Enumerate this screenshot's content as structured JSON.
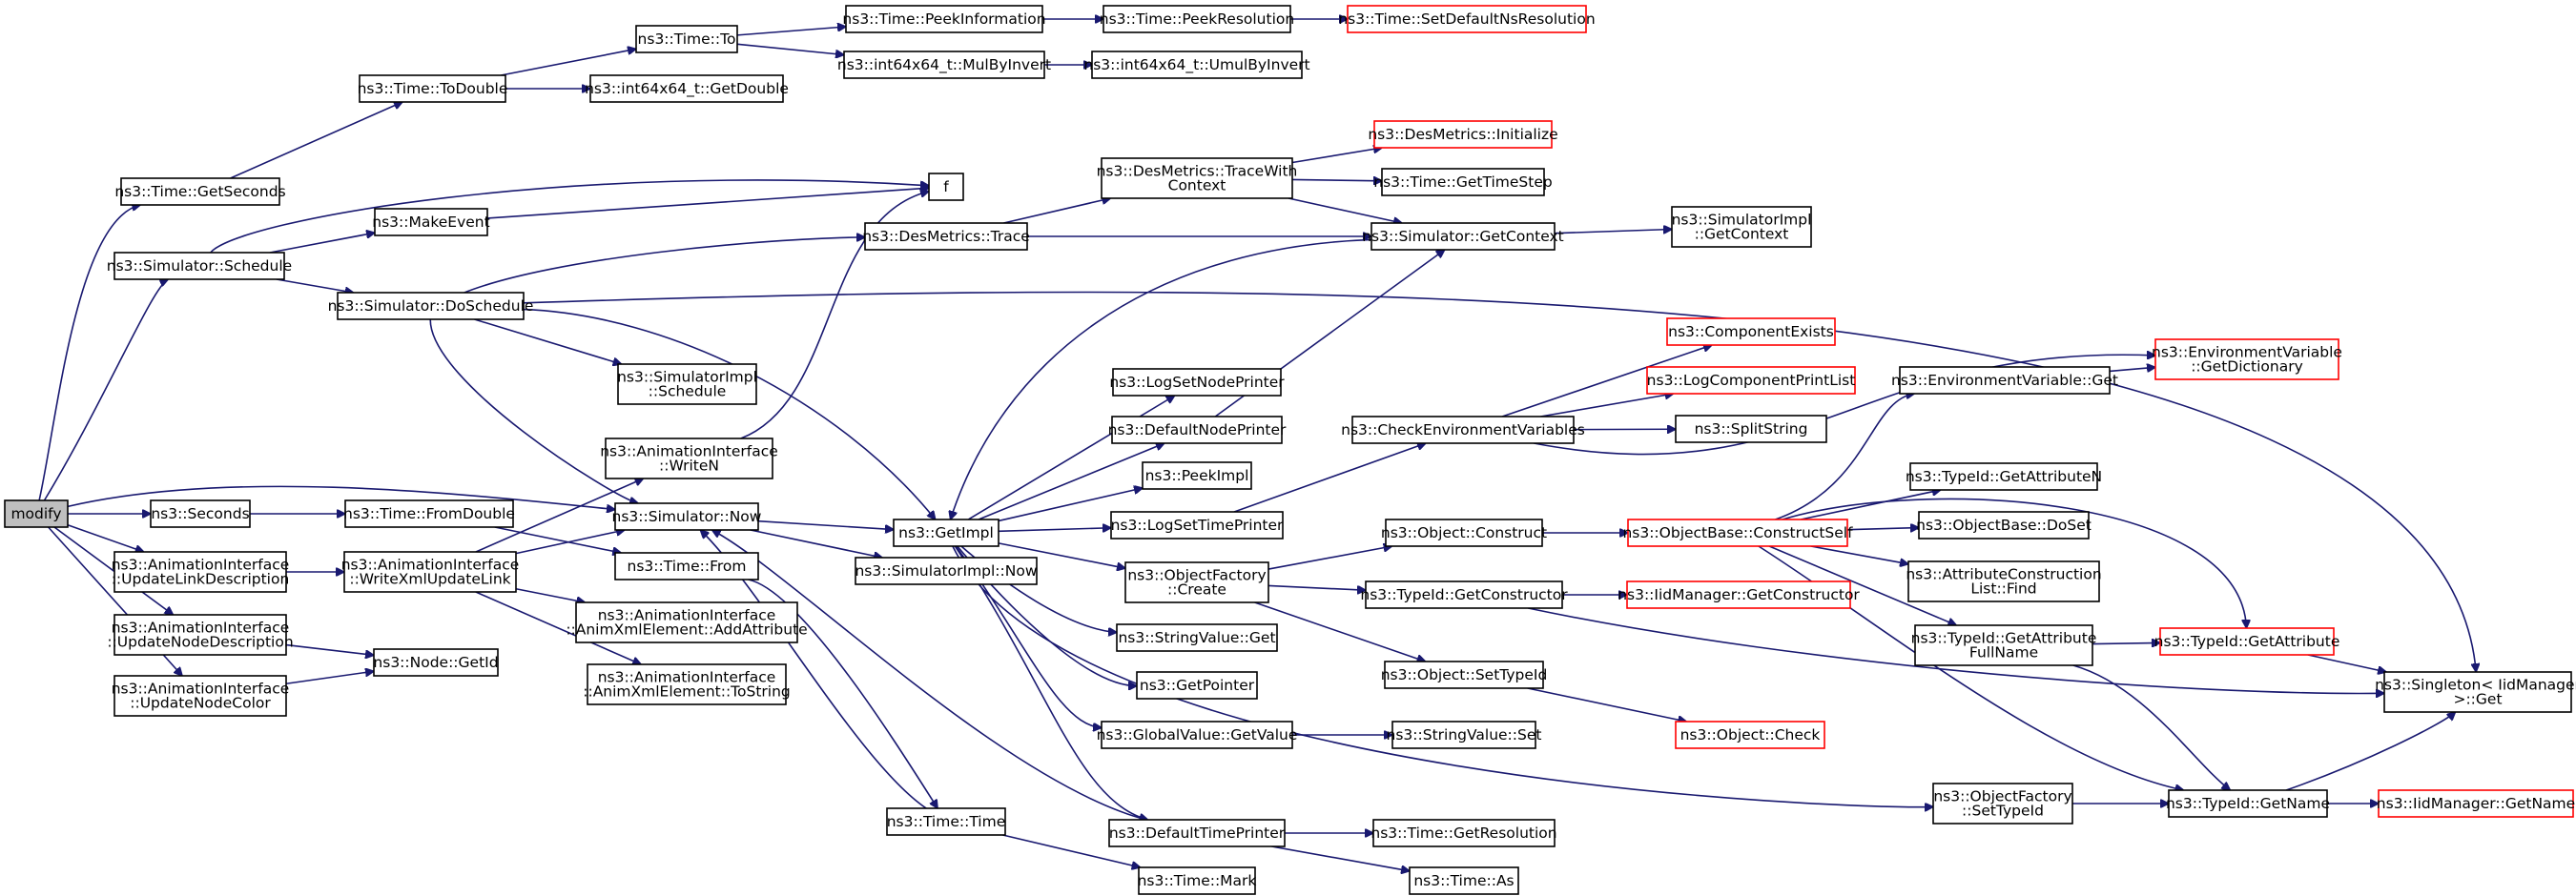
{
  "colors": {
    "edge": "#191970",
    "node_border": "#000000",
    "truncated_border": "#ff0000",
    "root_fill": "#bfbfbf",
    "node_fill": "#ffffff"
  },
  "nodes": [
    {
      "id": "modify",
      "lines": [
        "modify"
      ],
      "root": true
    },
    {
      "id": "getseconds",
      "lines": [
        "ns3::Time::GetSeconds"
      ]
    },
    {
      "id": "schedule",
      "lines": [
        "ns3::Simulator::Schedule"
      ]
    },
    {
      "id": "seconds",
      "lines": [
        "ns3::Seconds"
      ]
    },
    {
      "id": "now",
      "lines": [
        "ns3::Simulator::Now"
      ]
    },
    {
      "id": "updatelinkdesc",
      "lines": [
        "ns3::AnimationInterface",
        "::UpdateLinkDescription"
      ]
    },
    {
      "id": "updatenodedesc",
      "lines": [
        "ns3::AnimationInterface",
        "::UpdateNodeDescription"
      ]
    },
    {
      "id": "updatenodecolor",
      "lines": [
        "ns3::AnimationInterface",
        "::UpdateNodeColor"
      ]
    },
    {
      "id": "todouble",
      "lines": [
        "ns3::Time::ToDouble"
      ]
    },
    {
      "id": "makeevent",
      "lines": [
        "ns3::MakeEvent"
      ]
    },
    {
      "id": "doschedule",
      "lines": [
        "ns3::Simulator::DoSchedule"
      ]
    },
    {
      "id": "fromdouble",
      "lines": [
        "ns3::Time::FromDouble"
      ]
    },
    {
      "id": "writexml",
      "lines": [
        "ns3::AnimationInterface",
        "::WriteXmlUpdateLink"
      ]
    },
    {
      "id": "getid",
      "lines": [
        "ns3::Node::GetId"
      ]
    },
    {
      "id": "timeto",
      "lines": [
        "ns3::Time::To"
      ]
    },
    {
      "id": "getdouble",
      "lines": [
        "ns3::int64x64_t::GetDouble"
      ]
    },
    {
      "id": "simimplschedule",
      "lines": [
        "ns3::SimulatorImpl",
        "::Schedule"
      ]
    },
    {
      "id": "writen",
      "lines": [
        "ns3::AnimationInterface",
        "::WriteN"
      ]
    },
    {
      "id": "timefrom",
      "lines": [
        "ns3::Time::From"
      ]
    },
    {
      "id": "addattr",
      "lines": [
        "ns3::AnimationInterface",
        "::AnimXmlElement::AddAttribute"
      ]
    },
    {
      "id": "tostring",
      "lines": [
        "ns3::AnimationInterface",
        "::AnimXmlElement::ToString"
      ]
    },
    {
      "id": "timetime",
      "lines": [
        "ns3::Time::Time"
      ]
    },
    {
      "id": "peekinfo",
      "lines": [
        "ns3::Time::PeekInformation"
      ]
    },
    {
      "id": "mulbyinvert",
      "lines": [
        "ns3::int64x64_t::MulByInvert"
      ]
    },
    {
      "id": "f",
      "lines": [
        "f"
      ]
    },
    {
      "id": "destrace",
      "lines": [
        "ns3::DesMetrics::Trace"
      ]
    },
    {
      "id": "getimpl",
      "lines": [
        "ns3::GetImpl"
      ]
    },
    {
      "id": "simimplnow",
      "lines": [
        "ns3::SimulatorImpl::Now"
      ]
    },
    {
      "id": "peekres",
      "lines": [
        "ns3::Time::PeekResolution"
      ]
    },
    {
      "id": "umulbyinvert",
      "lines": [
        "ns3::int64x64_t::UmulByInvert"
      ]
    },
    {
      "id": "tracewith",
      "lines": [
        "ns3::DesMetrics::TraceWith",
        "Context"
      ]
    },
    {
      "id": "logsetnode",
      "lines": [
        "ns3::LogSetNodePrinter"
      ]
    },
    {
      "id": "defnodeprinter",
      "lines": [
        "ns3::DefaultNodePrinter"
      ]
    },
    {
      "id": "peekimpl",
      "lines": [
        "ns3::PeekImpl"
      ]
    },
    {
      "id": "logsettime",
      "lines": [
        "ns3::LogSetTimePrinter"
      ]
    },
    {
      "id": "objfactcreate",
      "lines": [
        "ns3::ObjectFactory",
        "::Create"
      ]
    },
    {
      "id": "strvalget",
      "lines": [
        "ns3::StringValue::Get"
      ]
    },
    {
      "id": "getpointer",
      "lines": [
        "ns3::GetPointer"
      ]
    },
    {
      "id": "globalvalget",
      "lines": [
        "ns3::GlobalValue::GetValue"
      ]
    },
    {
      "id": "deftimeprinter",
      "lines": [
        "ns3::DefaultTimePrinter"
      ]
    },
    {
      "id": "timemark",
      "lines": [
        "ns3::Time::Mark"
      ]
    },
    {
      "id": "setdefres",
      "lines": [
        "ns3::Time::SetDefaultNsResolution"
      ],
      "truncated": true
    },
    {
      "id": "desinit",
      "lines": [
        "ns3::DesMetrics::Initialize"
      ],
      "truncated": true
    },
    {
      "id": "gettimestep",
      "lines": [
        "ns3::Time::GetTimeStep"
      ]
    },
    {
      "id": "simgetctx",
      "lines": [
        "ns3::Simulator::GetContext"
      ]
    },
    {
      "id": "checkenv",
      "lines": [
        "ns3::CheckEnvironmentVariables"
      ]
    },
    {
      "id": "objconstruct",
      "lines": [
        "ns3::Object::Construct"
      ]
    },
    {
      "id": "typeidgetctor",
      "lines": [
        "ns3::TypeId::GetConstructor"
      ]
    },
    {
      "id": "objsettypeid",
      "lines": [
        "ns3::Object::SetTypeId"
      ]
    },
    {
      "id": "strvalset",
      "lines": [
        "ns3::StringValue::Set"
      ]
    },
    {
      "id": "gettimeres",
      "lines": [
        "ns3::Time::GetResolution"
      ]
    },
    {
      "id": "timeas",
      "lines": [
        "ns3::Time::As"
      ]
    },
    {
      "id": "simimplgetctx",
      "lines": [
        "ns3::SimulatorImpl",
        "::GetContext"
      ]
    },
    {
      "id": "compexists",
      "lines": [
        "ns3::ComponentExists"
      ],
      "truncated": true
    },
    {
      "id": "logcomplist",
      "lines": [
        "ns3::LogComponentPrintList"
      ],
      "truncated": true
    },
    {
      "id": "splitstring",
      "lines": [
        "ns3::SplitString"
      ]
    },
    {
      "id": "objbasector",
      "lines": [
        "ns3::ObjectBase::ConstructSelf"
      ],
      "truncated": true
    },
    {
      "id": "iidgetctor",
      "lines": [
        "ns3::IidManager::GetConstructor"
      ],
      "truncated": true
    },
    {
      "id": "objcheck",
      "lines": [
        "ns3::Object::Check"
      ],
      "truncated": true
    },
    {
      "id": "envget",
      "lines": [
        "ns3::EnvironmentVariable::Get"
      ]
    },
    {
      "id": "typeidgetattrn",
      "lines": [
        "ns3::TypeId::GetAttributeN"
      ]
    },
    {
      "id": "objbasedoset",
      "lines": [
        "ns3::ObjectBase::DoSet"
      ]
    },
    {
      "id": "attrctorfind",
      "lines": [
        "ns3::AttributeConstruction",
        "List::Find"
      ]
    },
    {
      "id": "typeidgetattrfull",
      "lines": [
        "ns3::TypeId::GetAttribute",
        "FullName"
      ]
    },
    {
      "id": "objfactsettypeid",
      "lines": [
        "ns3::ObjectFactory",
        "::SetTypeId"
      ]
    },
    {
      "id": "typeidgetname",
      "lines": [
        "ns3::TypeId::GetName"
      ]
    },
    {
      "id": "envgetdict",
      "lines": [
        "ns3::EnvironmentVariable",
        "::GetDictionary"
      ],
      "truncated": true
    },
    {
      "id": "typeidgetattr",
      "lines": [
        "ns3::TypeId::GetAttribute"
      ],
      "truncated": true
    },
    {
      "id": "singletonget",
      "lines": [
        "ns3::Singleton< IidManager",
        " >::Get"
      ]
    },
    {
      "id": "iidgetname",
      "lines": [
        "ns3::IidManager::GetName"
      ],
      "truncated": true
    }
  ],
  "edges": [
    [
      "modify",
      "getseconds"
    ],
    [
      "modify",
      "schedule"
    ],
    [
      "modify",
      "seconds"
    ],
    [
      "modify",
      "now"
    ],
    [
      "modify",
      "updatelinkdesc"
    ],
    [
      "modify",
      "updatenodedesc"
    ],
    [
      "modify",
      "updatenodecolor"
    ],
    [
      "getseconds",
      "todouble"
    ],
    [
      "todouble",
      "timeto"
    ],
    [
      "todouble",
      "getdouble"
    ],
    [
      "timeto",
      "peekinfo"
    ],
    [
      "timeto",
      "mulbyinvert"
    ],
    [
      "peekinfo",
      "peekres"
    ],
    [
      "peekres",
      "setdefres"
    ],
    [
      "mulbyinvert",
      "umulbyinvert"
    ],
    [
      "schedule",
      "f"
    ],
    [
      "schedule",
      "makeevent"
    ],
    [
      "schedule",
      "doschedule"
    ],
    [
      "makeevent",
      "f"
    ],
    [
      "doschedule",
      "destrace"
    ],
    [
      "doschedule",
      "getimpl"
    ],
    [
      "doschedule",
      "simimplschedule"
    ],
    [
      "doschedule",
      "now"
    ],
    [
      "doschedule",
      "singletonget"
    ],
    [
      "destrace",
      "tracewith"
    ],
    [
      "destrace",
      "simgetctx"
    ],
    [
      "tracewith",
      "desinit"
    ],
    [
      "tracewith",
      "gettimestep"
    ],
    [
      "tracewith",
      "simgetctx"
    ],
    [
      "simgetctx",
      "simimplgetctx"
    ],
    [
      "simgetctx",
      "getimpl"
    ],
    [
      "seconds",
      "fromdouble"
    ],
    [
      "fromdouble",
      "timefrom"
    ],
    [
      "now",
      "getimpl"
    ],
    [
      "now",
      "simimplnow"
    ],
    [
      "updatelinkdesc",
      "writexml"
    ],
    [
      "updatenodedesc",
      "getid"
    ],
    [
      "updatenodecolor",
      "getid"
    ],
    [
      "writexml",
      "writen"
    ],
    [
      "writexml",
      "now"
    ],
    [
      "writexml",
      "addattr"
    ],
    [
      "writexml",
      "tostring"
    ],
    [
      "writen",
      "f"
    ],
    [
      "timefrom",
      "timetime"
    ],
    [
      "timetime",
      "timemark"
    ],
    [
      "timetime",
      "now"
    ],
    [
      "getimpl",
      "logsetnode"
    ],
    [
      "getimpl",
      "defnodeprinter"
    ],
    [
      "getimpl",
      "peekimpl"
    ],
    [
      "getimpl",
      "logsettime"
    ],
    [
      "getimpl",
      "objfactcreate"
    ],
    [
      "getimpl",
      "strvalget"
    ],
    [
      "getimpl",
      "getpointer"
    ],
    [
      "getimpl",
      "globalvalget"
    ],
    [
      "getimpl",
      "deftimeprinter"
    ],
    [
      "getimpl",
      "objfactsettypeid"
    ],
    [
      "defnodeprinter",
      "simgetctx"
    ],
    [
      "logsettime",
      "checkenv"
    ],
    [
      "checkenv",
      "compexists"
    ],
    [
      "checkenv",
      "logcomplist"
    ],
    [
      "checkenv",
      "splitstring"
    ],
    [
      "checkenv",
      "envgetdict"
    ],
    [
      "objfactcreate",
      "objconstruct"
    ],
    [
      "objfactcreate",
      "typeidgetctor"
    ],
    [
      "objfactcreate",
      "objsettypeid"
    ],
    [
      "objconstruct",
      "objbasector"
    ],
    [
      "typeidgetctor",
      "iidgetctor"
    ],
    [
      "typeidgetctor",
      "singletonget"
    ],
    [
      "objsettypeid",
      "objcheck"
    ],
    [
      "globalvalget",
      "strvalset"
    ],
    [
      "deftimeprinter",
      "now"
    ],
    [
      "deftimeprinter",
      "gettimeres"
    ],
    [
      "deftimeprinter",
      "timeas"
    ],
    [
      "objbasector",
      "envget"
    ],
    [
      "objbasector",
      "typeidgetattrn"
    ],
    [
      "objbasector",
      "objbasedoset"
    ],
    [
      "objbasector",
      "attrctorfind"
    ],
    [
      "objbasector",
      "typeidgetattrfull"
    ],
    [
      "objbasector",
      "typeidgetattr"
    ],
    [
      "objbasector",
      "typeidgetname"
    ],
    [
      "envget",
      "envgetdict"
    ],
    [
      "typeidgetattrfull",
      "typeidgetattr"
    ],
    [
      "typeidgetattrfull",
      "typeidgetname"
    ],
    [
      "typeidgetattr",
      "singletonget"
    ],
    [
      "objfactsettypeid",
      "typeidgetname"
    ],
    [
      "typeidgetname",
      "singletonget"
    ],
    [
      "typeidgetname",
      "iidgetname"
    ]
  ]
}
